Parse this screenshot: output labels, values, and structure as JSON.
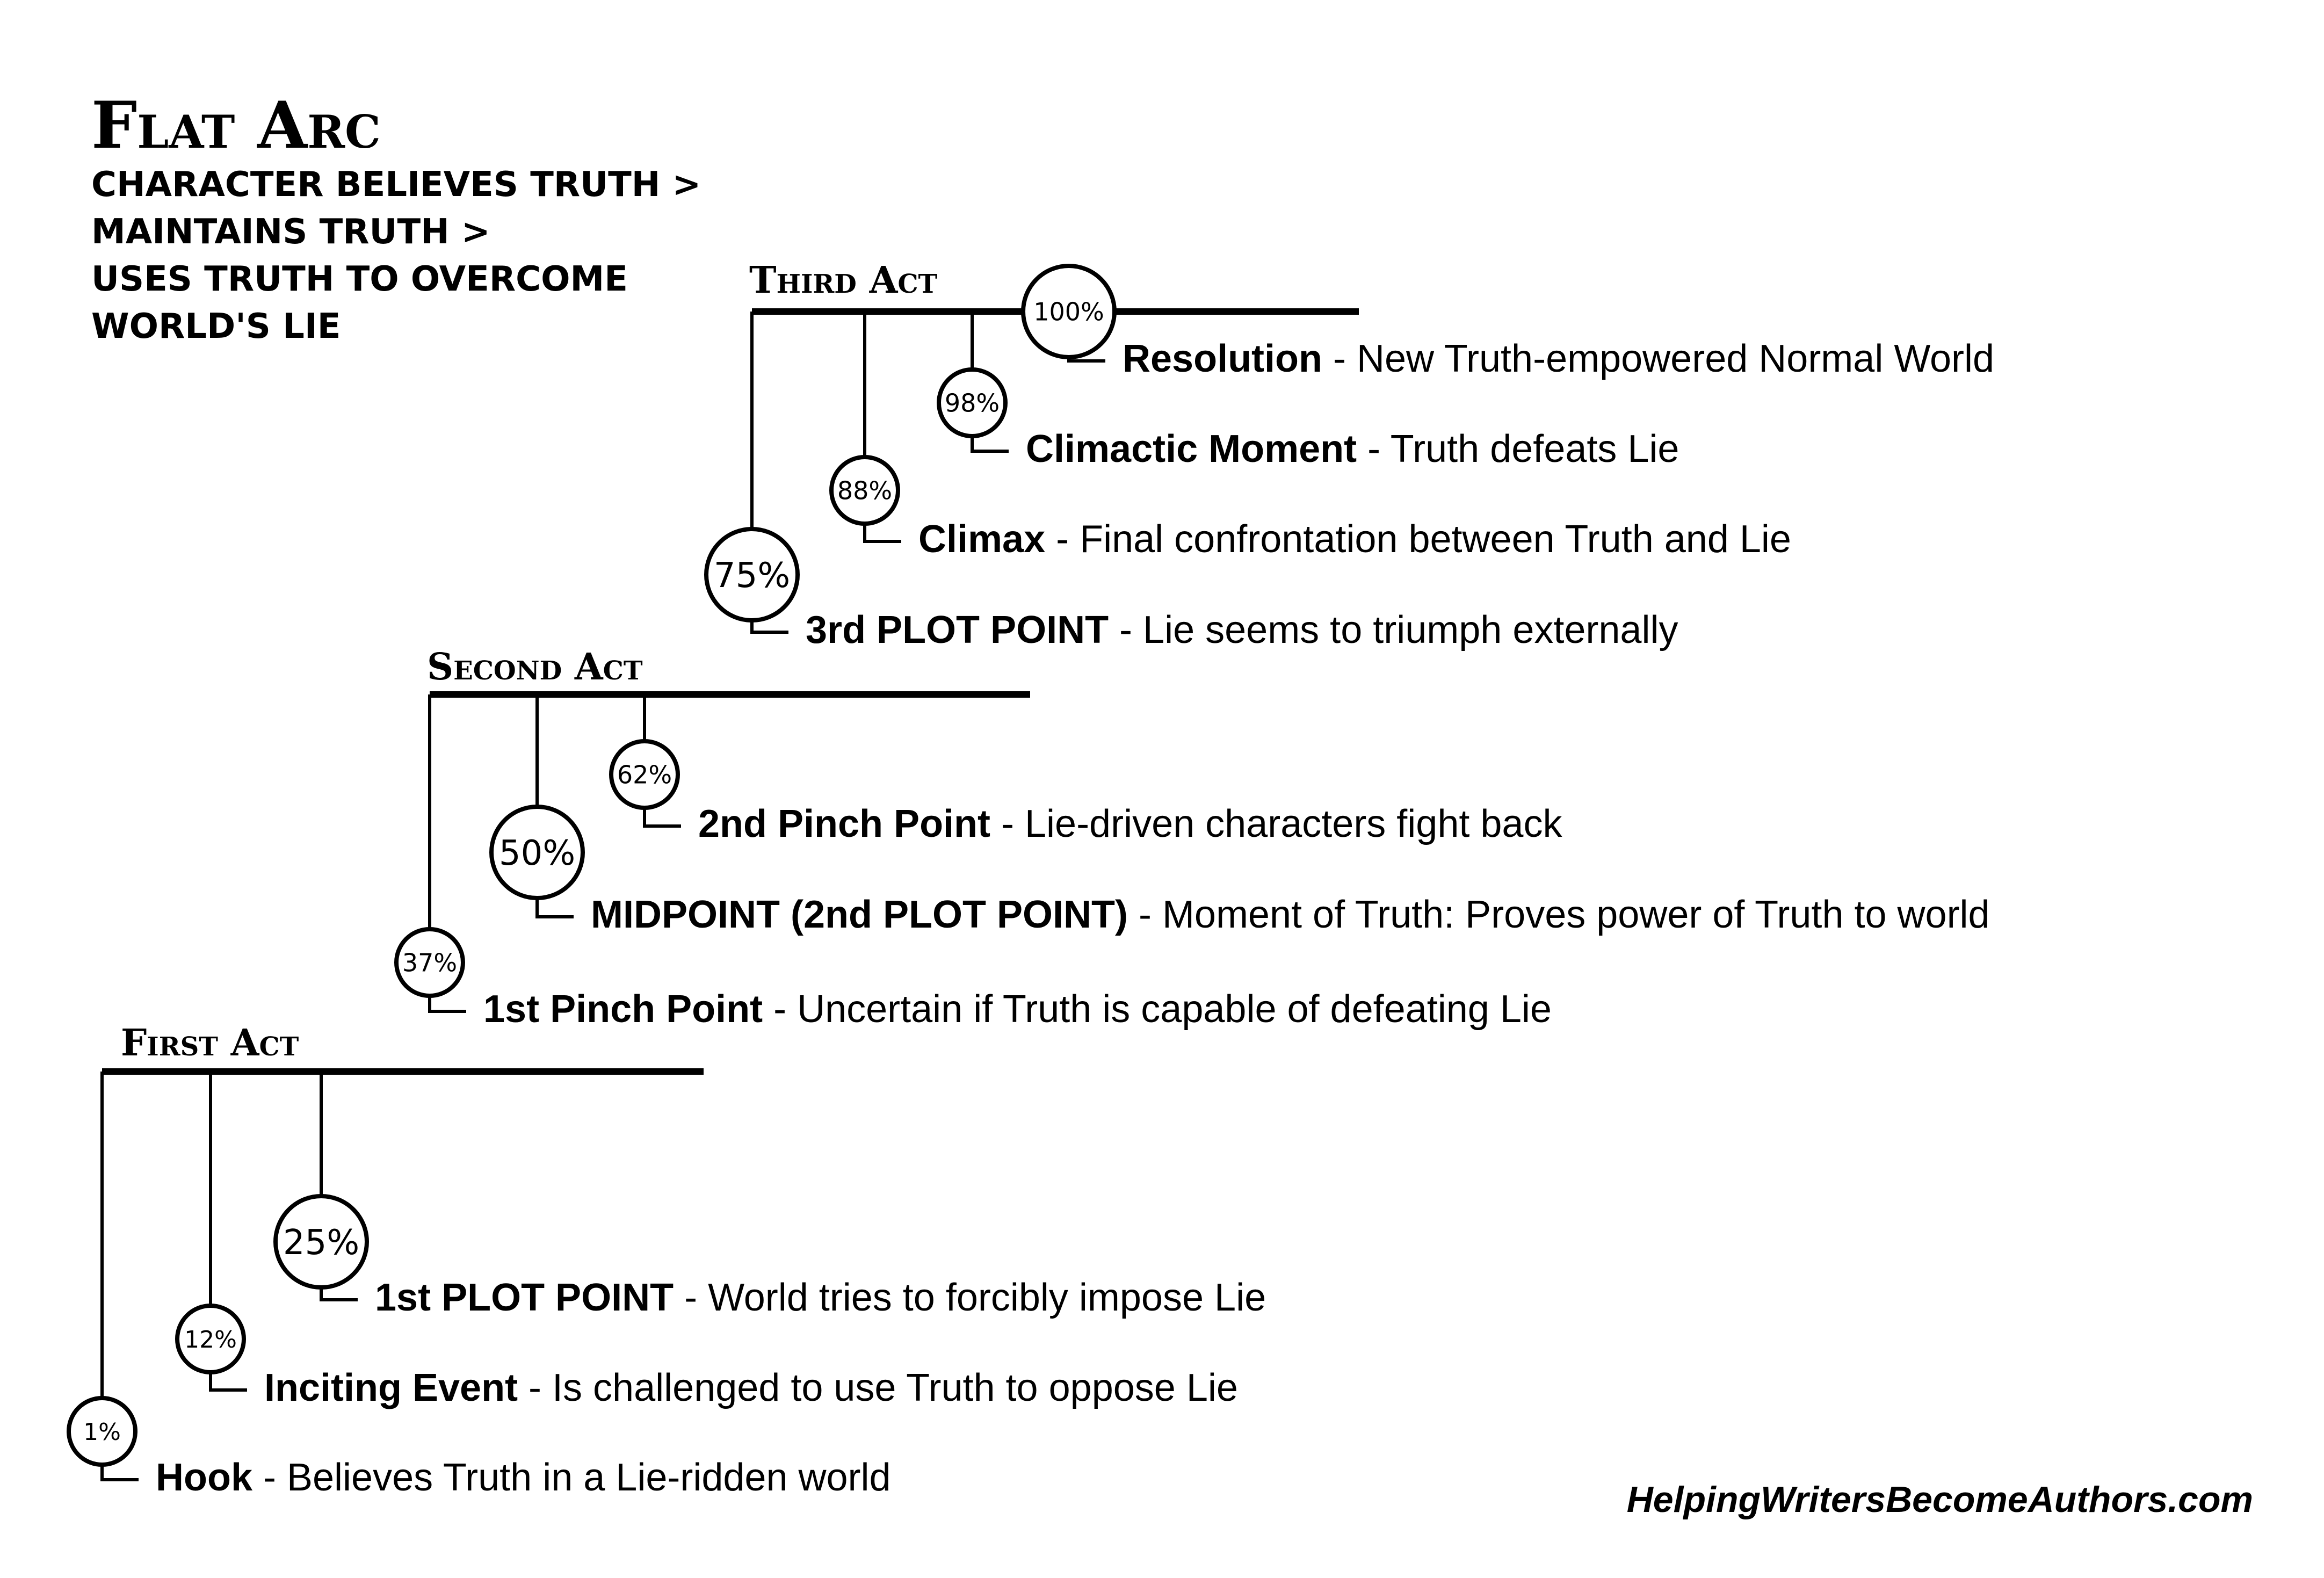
{
  "title": "Flat Arc",
  "subtitle_lines": [
    "CHARACTER BELIEVES TRUTH >",
    "mAINTAINS TRUTH >",
    "USES TRUTH TO OVERCOME",
    "WORLD'S LIE"
  ],
  "acts": [
    {
      "label": "First Act",
      "points": [
        {
          "percent": "1%",
          "name": "Hook",
          "desc": "Believes Truth in a Lie-ridden world"
        },
        {
          "percent": "12%",
          "name": "Inciting Event",
          "desc": "Is challenged to use Truth to oppose Lie"
        },
        {
          "percent": "25%",
          "name": "1st PLOT POINT",
          "desc": "World tries to forcibly impose Lie"
        }
      ]
    },
    {
      "label": "Second Act",
      "points": [
        {
          "percent": "37%",
          "name": "1st Pinch Point",
          "desc": "Uncertain if Truth is capable of defeating Lie"
        },
        {
          "percent": "50%",
          "name": "MIDPOINT (2nd PLOT POINT)",
          "desc": "Moment of Truth: Proves power of Truth to world"
        },
        {
          "percent": "62%",
          "name": "2nd Pinch Point",
          "desc": "Lie-driven characters fight back"
        }
      ]
    },
    {
      "label": "Third Act",
      "points": [
        {
          "percent": "75%",
          "name": "3rd PLOT POINT",
          "desc": "Lie seems to triumph externally"
        },
        {
          "percent": "88%",
          "name": "Climax",
          "desc": "Final confrontation between Truth and Lie"
        },
        {
          "percent": "98%",
          "name": "Climactic Moment",
          "desc": "Truth defeats Lie"
        },
        {
          "percent": "100%",
          "name": "Resolution",
          "desc": "New Truth-empowered Normal World"
        }
      ]
    }
  ],
  "footer": "HelpingWritersBecomeAuthors.com"
}
